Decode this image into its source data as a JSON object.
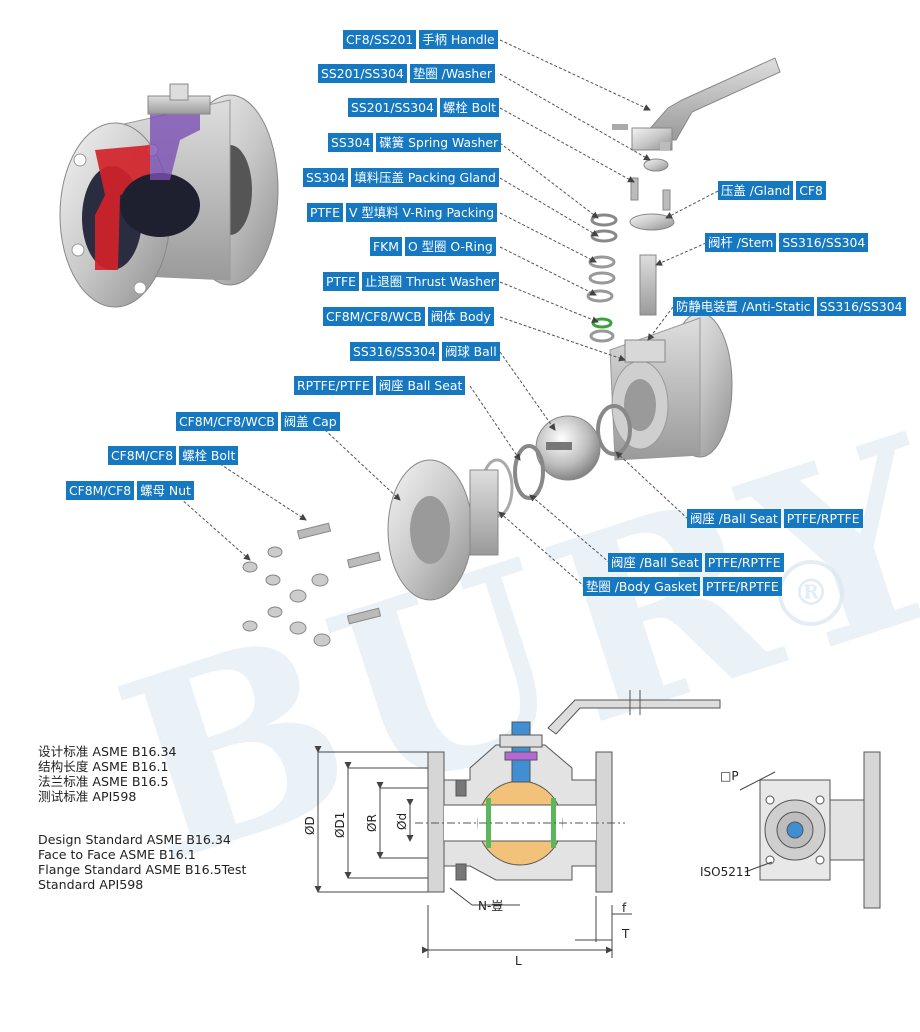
{
  "callouts_left": [
    {
      "mat": "CF8/SS201",
      "part": "手柄 Handle"
    },
    {
      "mat": "SS201/SS304",
      "part": "垫圈 /Washer"
    },
    {
      "mat": "SS201/SS304",
      "part": "螺栓 Bolt"
    },
    {
      "mat": "SS304",
      "part": "碟簧 Spring Washer"
    },
    {
      "mat": "SS304",
      "part": "填料压盖 Packing Gland"
    },
    {
      "mat": "PTFE",
      "part": "V 型填料 V-Ring Packing"
    },
    {
      "mat": "FKM",
      "part": "O 型圈 O-Ring"
    },
    {
      "mat": "PTFE",
      "part": "止退圈 Thrust Washer"
    },
    {
      "mat": "CF8M/CF8/WCB",
      "part": "阀体 Body"
    },
    {
      "mat": "SS316/SS304",
      "part": "阀球 Ball"
    },
    {
      "mat": "RPTFE/PTFE",
      "part": "阀座 Ball Seat"
    },
    {
      "mat": "CF8M/CF8/WCB",
      "part": "阀盖 Cap"
    },
    {
      "mat": "CF8M/CF8",
      "part": "螺栓 Bolt"
    },
    {
      "mat": "CF8M/CF8",
      "part": "螺母 Nut"
    }
  ],
  "callouts_right": [
    {
      "part": "压盖 /Gland",
      "mat": "CF8"
    },
    {
      "part": "阀杆 /Stem",
      "mat": "SS316/SS304"
    },
    {
      "part": "防静电装置 /Anti-Static",
      "mat": "SS316/SS304"
    },
    {
      "part": "阀座 /Ball Seat",
      "mat": "PTFE/RPTFE"
    },
    {
      "part": "阀座 /Ball Seat",
      "mat": "PTFE/RPTFE"
    },
    {
      "part": "垫圈 /Body Gasket",
      "mat": "PTFE/RPTFE"
    }
  ],
  "standards_cn": [
    "设计标准 ASME B16.34",
    "结构长度 ASME B16.1",
    "法兰标准 ASME B16.5",
    "测试标准 API598"
  ],
  "standards_en": [
    "Design Standard ASME B16.34",
    "Face to Face ASME B16.1",
    "Flange Standard ASME B16.5Test",
    "Standard API598"
  ],
  "dims": {
    "D": "ØD",
    "D1": "ØD1",
    "R": "ØR",
    "d": "Ød",
    "N": "N-豈",
    "f": "f",
    "T": "T",
    "L": "L",
    "P": "□P",
    "iso": "ISO5211"
  },
  "watermark": {
    "text": "BURY",
    "mark": "®"
  },
  "colors": {
    "label_bg": "#1578c1",
    "label_text": "#ffffff",
    "leader": "#555555"
  }
}
